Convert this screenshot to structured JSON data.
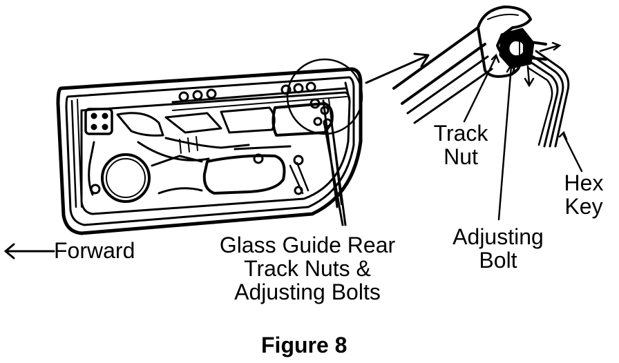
{
  "diagram": {
    "labels": {
      "forward": "Forward",
      "glass_guide_line1": "Glass Guide Rear",
      "glass_guide_line2": "Track Nuts &",
      "glass_guide_line3": "Adjusting Bolts",
      "track_nut_line1": "Track",
      "track_nut_line2": "Nut",
      "adjusting_bolt_line1": "Adjusting",
      "adjusting_bolt_line2": "Bolt",
      "hex_key_line1": "Hex",
      "hex_key_line2": "Key"
    },
    "caption": "Figure 8",
    "colors": {
      "ink": "#000000",
      "paper": "#ffffff"
    },
    "icons": [
      "forward-arrow-icon",
      "wrench-icon",
      "hex-key-icon"
    ]
  }
}
